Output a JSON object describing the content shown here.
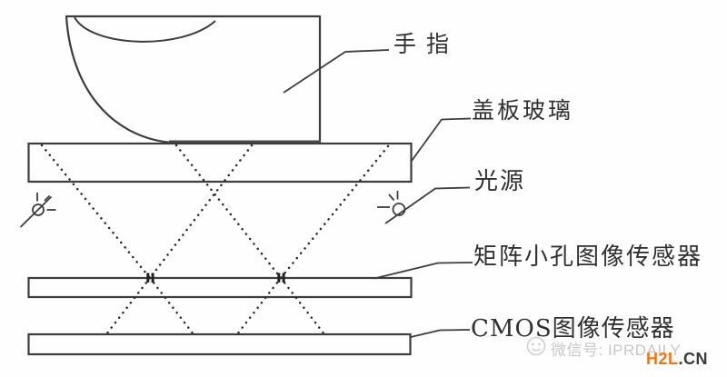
{
  "diagram": {
    "labels": {
      "finger": "手指",
      "cover_glass": "盖板玻璃",
      "light_source": "光源",
      "pinhole_sensor": "矩阵小孔图像传感器",
      "cmos_sensor": "CMOS图像传感器"
    },
    "icons": {
      "lamp_left": "lamp-icon",
      "lamp_right": "lamp-icon",
      "pinholes": "pinhole-aperture"
    },
    "colors": {
      "line": "#3d3d3d",
      "ray_dots": "#2b2b2b",
      "ink": "#303030",
      "background": "#fefefe"
    }
  },
  "watermark": {
    "wechat_label": "微信号: IPRDAILY",
    "brand": "H2L",
    "brand_suffix": ".CN",
    "brand_color": "#f07818",
    "text_color": "#c8c8c8",
    "smiley": "smiley-face-icon"
  }
}
